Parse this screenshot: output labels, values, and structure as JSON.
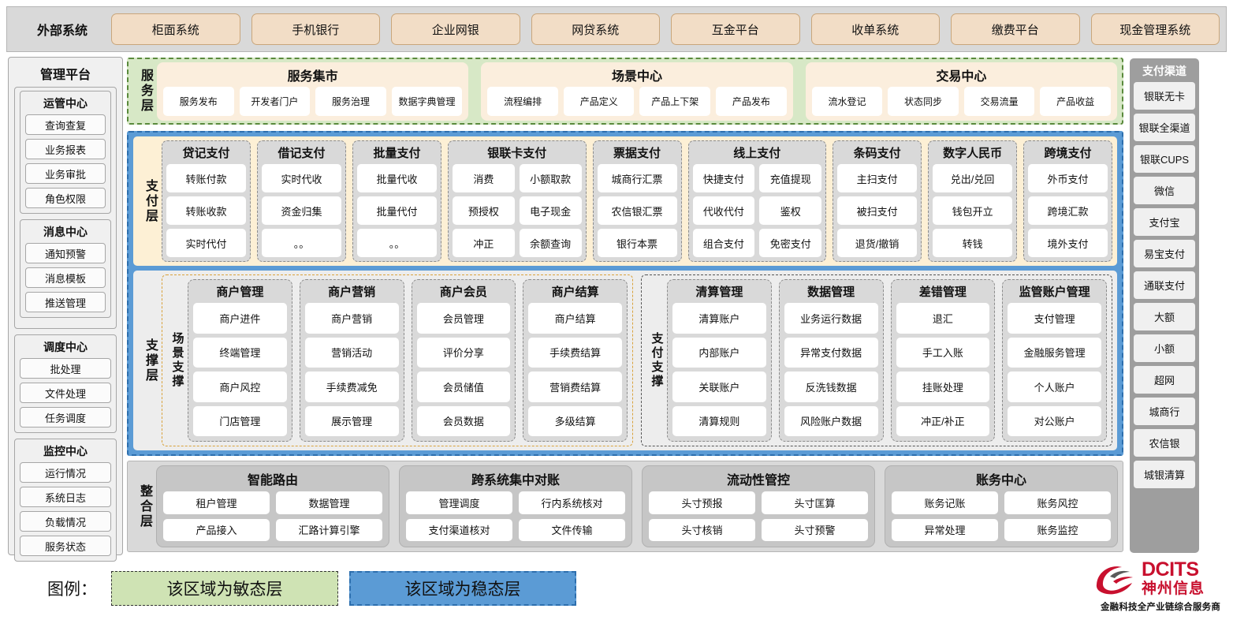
{
  "external": {
    "title": "外部系统",
    "items": [
      "柜面系统",
      "手机银行",
      "企业网银",
      "网贷系统",
      "互金平台",
      "收单系统",
      "缴费平台",
      "现金管理系统"
    ]
  },
  "management": {
    "title": "管理平台",
    "groups": [
      {
        "title": "运管中心",
        "items": [
          "查询查复",
          "业务报表",
          "业务审批",
          "角色权限"
        ]
      },
      {
        "title": "消息中心",
        "items": [
          "通知预警",
          "消息模板",
          "推送管理"
        ]
      },
      {
        "title": "调度中心",
        "items": [
          "批处理",
          "文件处理",
          "任务调度"
        ]
      },
      {
        "title": "监控中心",
        "items": [
          "运行情况",
          "系统日志",
          "负载情况",
          "服务状态"
        ]
      }
    ]
  },
  "channels": {
    "title": "支付渠道",
    "items": [
      "银联无卡",
      "银联全渠道",
      "银联CUPS",
      "微信",
      "支付宝",
      "易宝支付",
      "通联支付",
      "大额",
      "小额",
      "超网",
      "城商行",
      "农信银",
      "城银清算"
    ]
  },
  "service_layer": {
    "label": "服务层",
    "columns": [
      {
        "title": "服务集市",
        "items": [
          "服务发布",
          "开发者门户",
          "服务治理",
          "数据字典管理"
        ]
      },
      {
        "title": "场景中心",
        "items": [
          "流程编排",
          "产品定义",
          "产品上下架",
          "产品发布"
        ]
      },
      {
        "title": "交易中心",
        "items": [
          "流水登记",
          "状态同步",
          "交易流量",
          "产品收益"
        ]
      }
    ]
  },
  "payment_layer": {
    "label": "支付层",
    "columns": [
      {
        "title": "贷记支付",
        "cols": 1,
        "rows": [
          [
            "转账付款"
          ],
          [
            "转账收款"
          ],
          [
            "实时代付"
          ]
        ]
      },
      {
        "title": "借记支付",
        "cols": 1,
        "rows": [
          [
            "实时代收"
          ],
          [
            "资金归集"
          ],
          [
            "。。"
          ]
        ]
      },
      {
        "title": "批量支付",
        "cols": 1,
        "rows": [
          [
            "批量代收"
          ],
          [
            "批量代付"
          ],
          [
            "。。"
          ]
        ]
      },
      {
        "title": "银联卡支付",
        "cols": 2,
        "rows": [
          [
            "消费",
            "小额取款"
          ],
          [
            "预授权",
            "电子现金"
          ],
          [
            "冲正",
            "余额查询"
          ]
        ]
      },
      {
        "title": "票据支付",
        "cols": 1,
        "rows": [
          [
            "城商行汇票"
          ],
          [
            "农信银汇票"
          ],
          [
            "银行本票"
          ]
        ]
      },
      {
        "title": "线上支付",
        "cols": 2,
        "rows": [
          [
            "快捷支付",
            "充值提现"
          ],
          [
            "代收代付",
            "鉴权"
          ],
          [
            "组合支付",
            "免密支付"
          ]
        ]
      },
      {
        "title": "条码支付",
        "cols": 1,
        "rows": [
          [
            "主扫支付"
          ],
          [
            "被扫支付"
          ],
          [
            "退货/撤销"
          ]
        ]
      },
      {
        "title": "数字人民币",
        "cols": 1,
        "rows": [
          [
            "兑出/兑回"
          ],
          [
            "钱包开立"
          ],
          [
            "转钱"
          ]
        ]
      },
      {
        "title": "跨境支付",
        "cols": 1,
        "rows": [
          [
            "外币支付"
          ],
          [
            "跨境汇款"
          ],
          [
            "境外支付"
          ]
        ]
      }
    ]
  },
  "support_layer": {
    "label": "支撑层",
    "scene": {
      "label": "场景支撑",
      "columns": [
        {
          "title": "商户管理",
          "items": [
            "商户进件",
            "终端管理",
            "商户风控",
            "门店管理"
          ]
        },
        {
          "title": "商户营销",
          "items": [
            "商户营销",
            "营销活动",
            "手续费减免",
            "展示管理"
          ]
        },
        {
          "title": "商户会员",
          "items": [
            "会员管理",
            "评价分享",
            "会员储值",
            "会员数据"
          ]
        },
        {
          "title": "商户结算",
          "items": [
            "商户结算",
            "手续费结算",
            "营销费结算",
            "多级结算"
          ]
        }
      ]
    },
    "paysupport": {
      "label": "支付支撑",
      "columns": [
        {
          "title": "清算管理",
          "items": [
            "清算账户",
            "内部账户",
            "关联账户",
            "清算规则"
          ]
        },
        {
          "title": "数据管理",
          "items": [
            "业务运行数据",
            "异常支付数据",
            "反洗钱数据",
            "风险账户数据"
          ]
        },
        {
          "title": "差错管理",
          "items": [
            "退汇",
            "手工入账",
            "挂账处理",
            "冲正/补正"
          ]
        },
        {
          "title": "监管账户管理",
          "items": [
            "支付管理",
            "金融服务管理",
            "个人账户",
            "对公账户"
          ]
        }
      ]
    }
  },
  "integration_layer": {
    "label": "整合层",
    "columns": [
      {
        "title": "智能路由",
        "rows": [
          [
            "租户管理",
            "数据管理"
          ],
          [
            "产品接入",
            "汇路计算引擎"
          ]
        ]
      },
      {
        "title": "跨系统集中对账",
        "rows": [
          [
            "管理调度",
            "行内系统核对"
          ],
          [
            "支付渠道核对",
            "文件传输"
          ]
        ]
      },
      {
        "title": "流动性管控",
        "rows": [
          [
            "头寸预报",
            "头寸匡算"
          ],
          [
            "头寸核销",
            "头寸预警"
          ]
        ]
      },
      {
        "title": "账务中心",
        "rows": [
          [
            "账务记账",
            "账务风控"
          ],
          [
            "异常处理",
            "账务监控"
          ]
        ]
      }
    ]
  },
  "legend": {
    "label": "图例：",
    "agile": "该区域为敏态层",
    "stable": "该区域为稳态层",
    "agile_color": "#cfe3b4",
    "stable_color": "#5b9bd5"
  },
  "logo": {
    "en": "DCITS",
    "cn": "神州信息",
    "tagline": "金融科技全产业链综合服务商",
    "brand_color": "#c8102e"
  }
}
